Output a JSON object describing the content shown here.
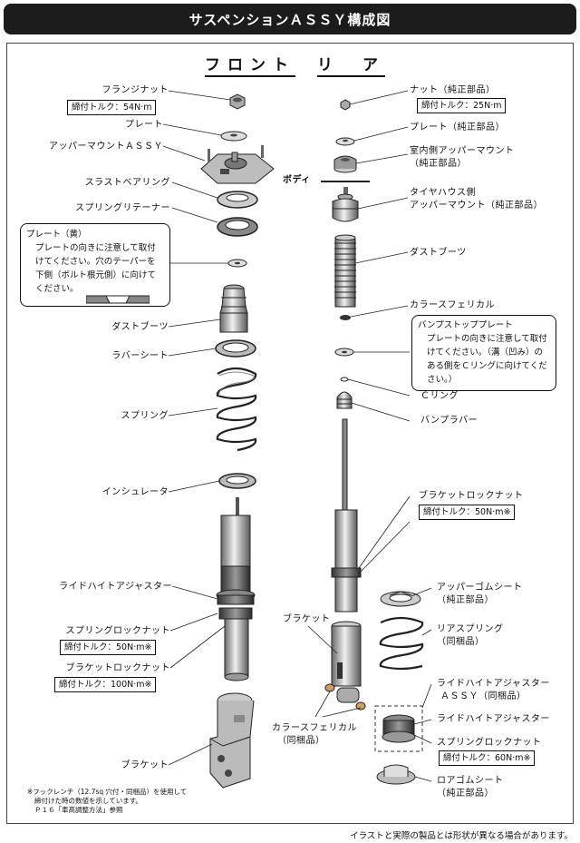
{
  "title": "サスペンションＡＳＳＹ構成図",
  "headings": {
    "front": "フロント",
    "rear": "リ　ア"
  },
  "front_labels": {
    "flange_nut": "フランジナット",
    "plate": "プレート",
    "upper_mount": "アッパーマウントＡＳＳＹ",
    "thrust_bearing": "スラストベアリング",
    "spring_retainer": "スプリングリテーナー",
    "dust_boots": "ダストブーツ",
    "rubber_sheet": "ラバーシート",
    "spring": "スプリング",
    "insulator": "インシュレータ",
    "ride_height_adjuster": "ライドハイトアジャスター",
    "spring_lock_nut": "スプリングロックナット",
    "bracket_lock_nut": "ブラケットロックナット",
    "bracket": "ブラケット"
  },
  "front_torque": {
    "flange_nut": "締付トルク：54N·m",
    "spring_lock_nut": "締付トルク：50N·m※",
    "bracket_lock_nut": "締付トルク：100N·m※"
  },
  "plate_note": {
    "title": "プレート（黄）",
    "body": "プレートの向きに注意して取付\nけてください。穴のテーパーを\n下側（ボルト根元側）に向けて\nください。"
  },
  "rear_labels": {
    "nut": "ナット（純正部品）",
    "plate": "プレート（純正部品）",
    "cabin_upper_mount_1": "室内側アッパーマウント",
    "cabin_upper_mount_2": "（純正部品）",
    "body": "ボディ",
    "tire_upper_mount_1": "タイヤハウス側",
    "tire_upper_mount_2": "アッパーマウント（純正部品）",
    "dust_boots": "ダストブーツ",
    "collar_spherical": "カラースフェリカル",
    "c_ring": "Ｃリング",
    "bump_rubber": "バンプラバー",
    "bracket_lock_nut": "ブラケットロックナット",
    "bracket": "ブラケット",
    "collar_spherical_2_1": "カラースフェリカル",
    "collar_spherical_2_2": "（同梱品）",
    "upper_rubber_sheet_1": "アッパーゴムシート",
    "upper_rubber_sheet_2": "（純正部品）",
    "rear_spring_1": "リアスプリング",
    "rear_spring_2": "（同梱品）",
    "rha_assy_1": "ライドハイトアジャスター",
    "rha_assy_2": "ＡＳＳＹ（同梱品）",
    "rha": "ライドハイトアジャスター",
    "spring_lock_nut": "スプリングロックナット",
    "lower_rubber_sheet_1": "ロアゴムシート",
    "lower_rubber_sheet_2": "（純正部品）"
  },
  "rear_torque": {
    "nut": "締付トルク：25N·m",
    "bracket_lock_nut": "締付トルク：50N·m※",
    "spring_lock_nut": "締付トルク：60N·m※"
  },
  "bump_note": {
    "title": "バンプストッププレート",
    "body": "プレートの向きに注意して取付\nけてください。（溝（凹み）の\nある側をＣリングに向けてくだ\nさい。）"
  },
  "footnote": [
    "※フックレンチ（12.7sq 穴付・同梱品）を使用して",
    "締付けた時の数値を示しています。",
    "Ｐ１６「車高調整方法」参照"
  ],
  "disclaimer": "イラストと実際の製品とは形状が異なる場合があります。"
}
